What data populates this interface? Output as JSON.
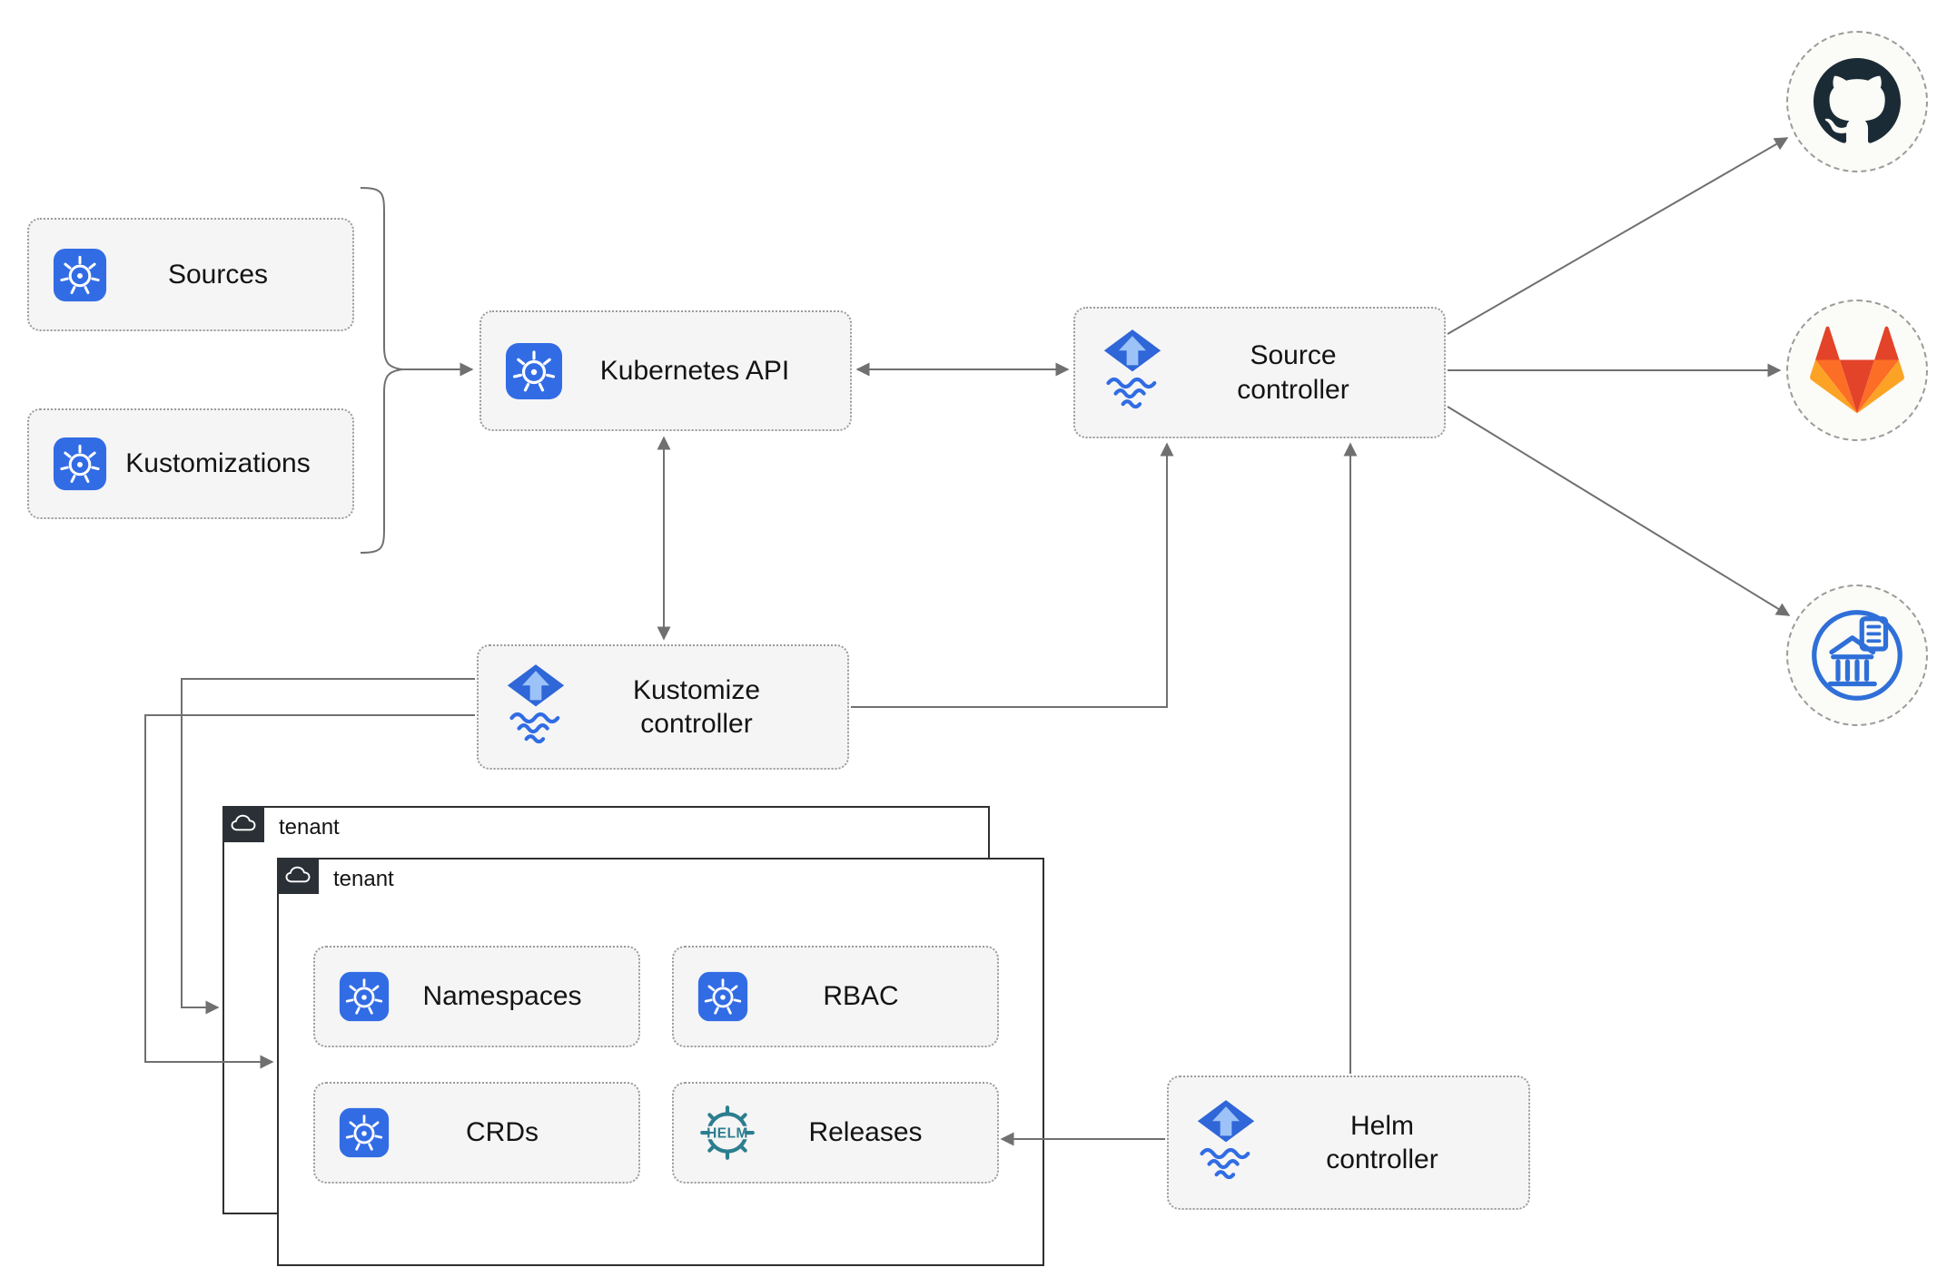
{
  "nodes": {
    "sources": {
      "label": "Sources",
      "icon": "kubernetes-icon"
    },
    "kustomizations": {
      "label": "Kustomizations",
      "icon": "kubernetes-icon"
    },
    "kubernetes_api": {
      "label": "Kubernetes API",
      "icon": "kubernetes-icon"
    },
    "source_controller": {
      "label": "Source\ncontroller",
      "icon": "flux-icon"
    },
    "kustomize_controller": {
      "label": "Kustomize\ncontroller",
      "icon": "flux-icon"
    },
    "helm_controller": {
      "label": "Helm\ncontroller",
      "icon": "flux-icon"
    },
    "tenant_back": {
      "label": "tenant",
      "icon": "cloud-icon"
    },
    "tenant_front": {
      "label": "tenant",
      "icon": "cloud-icon"
    },
    "namespaces": {
      "label": "Namespaces",
      "icon": "kubernetes-icon"
    },
    "rbac": {
      "label": "RBAC",
      "icon": "kubernetes-icon"
    },
    "crds": {
      "label": "CRDs",
      "icon": "kubernetes-icon"
    },
    "releases": {
      "label": "Releases",
      "icon": "helm-icon"
    }
  },
  "endpoints": {
    "github": {
      "icon": "github-icon"
    },
    "gitlab": {
      "icon": "gitlab-icon"
    },
    "chartmuseum": {
      "icon": "chartmuseum-icon"
    }
  },
  "colors": {
    "kubernetes_blue": "#326CE5",
    "flux_blue": "#316CE4",
    "flux_arrow_light": "#9cc2f7",
    "helm_teal": "#2b7e8e",
    "github_dark": "#1b2b36",
    "gitlab_red": "#E24329",
    "gitlab_orange": "#FC6D26",
    "gitlab_yellow": "#FCA326",
    "chartmuseum_blue": "#2f6fd8",
    "connector_gray": "#707070",
    "node_fill": "#F5F5F5",
    "node_border": "#9B9B9B",
    "tenant_header_dark": "#2B3036"
  }
}
